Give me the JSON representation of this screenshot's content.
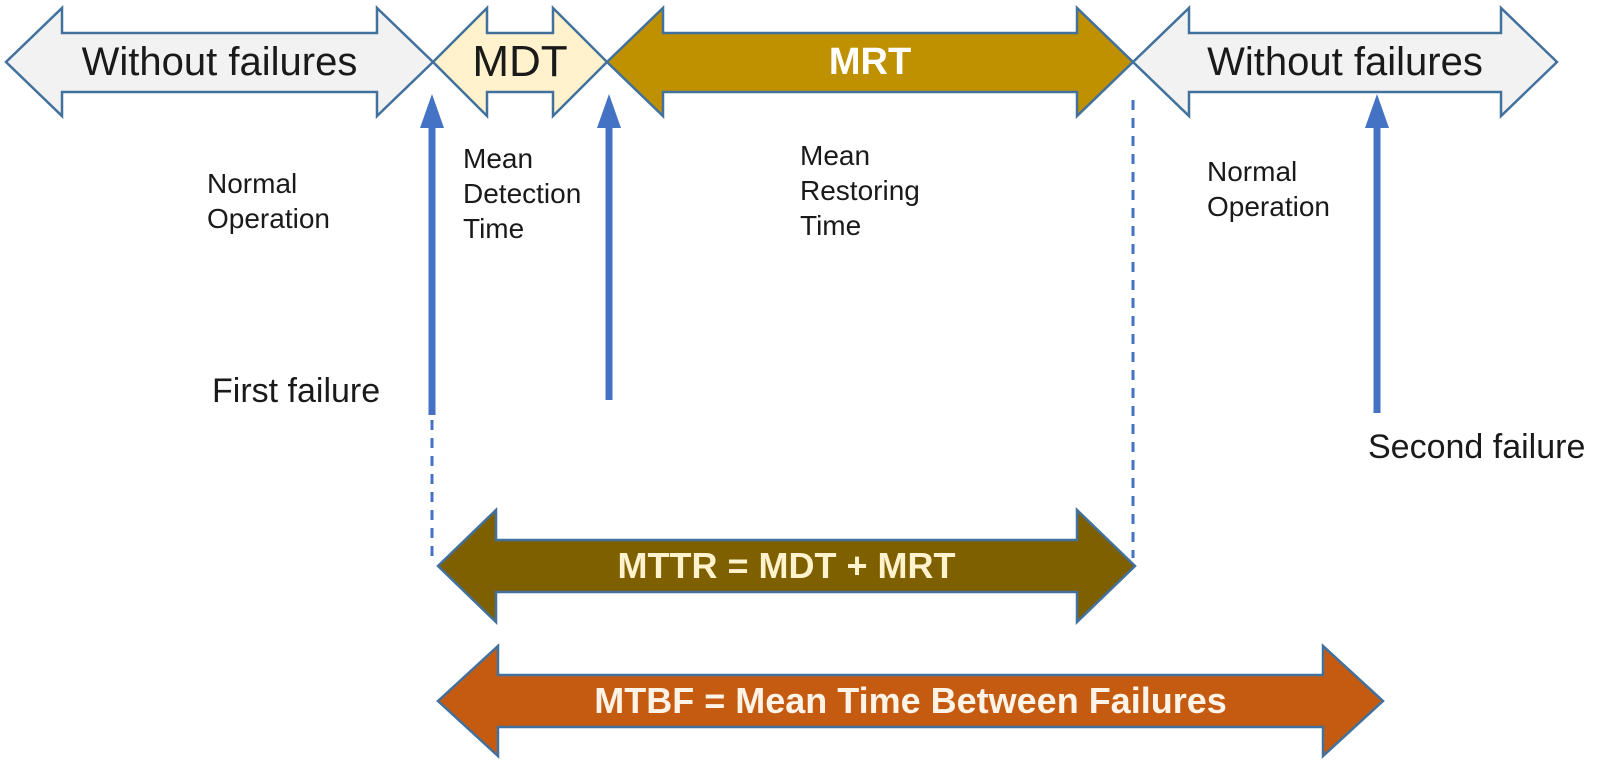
{
  "colors": {
    "canvas_bg": "#FFFFFF",
    "outline_blue": "#41719C",
    "marker_blue": "#4472C4",
    "without_failures_fill": "#F2F2F2",
    "mdt_fill": "#FFF2CC",
    "mrt_fill": "#BF9000",
    "mttr_fill": "#7F6000",
    "mtbf_fill": "#C55A11",
    "dark_text": "#1A1A1A",
    "mrt_label_text": "#FFFFFF",
    "mttr_label_text": "#FFF2CC",
    "mtbf_label_text": "#FDF3E7"
  },
  "timeline": {
    "segments": [
      {
        "label": "Without failures",
        "description": "Normal\nOperation"
      },
      {
        "label": "MDT",
        "description": "Mean\nDetection\nTime"
      },
      {
        "label": "MRT",
        "description": "Mean\nRestoring\nTime"
      },
      {
        "label": "Without failures",
        "description": "Normal\nOperation"
      }
    ],
    "events": {
      "first_failure": "First failure",
      "second_failure": "Second failure"
    },
    "summary_arrows": {
      "mttr": "MTTR = MDT + MRT",
      "mtbf": "MTBF = Mean Time Between Failures"
    }
  }
}
